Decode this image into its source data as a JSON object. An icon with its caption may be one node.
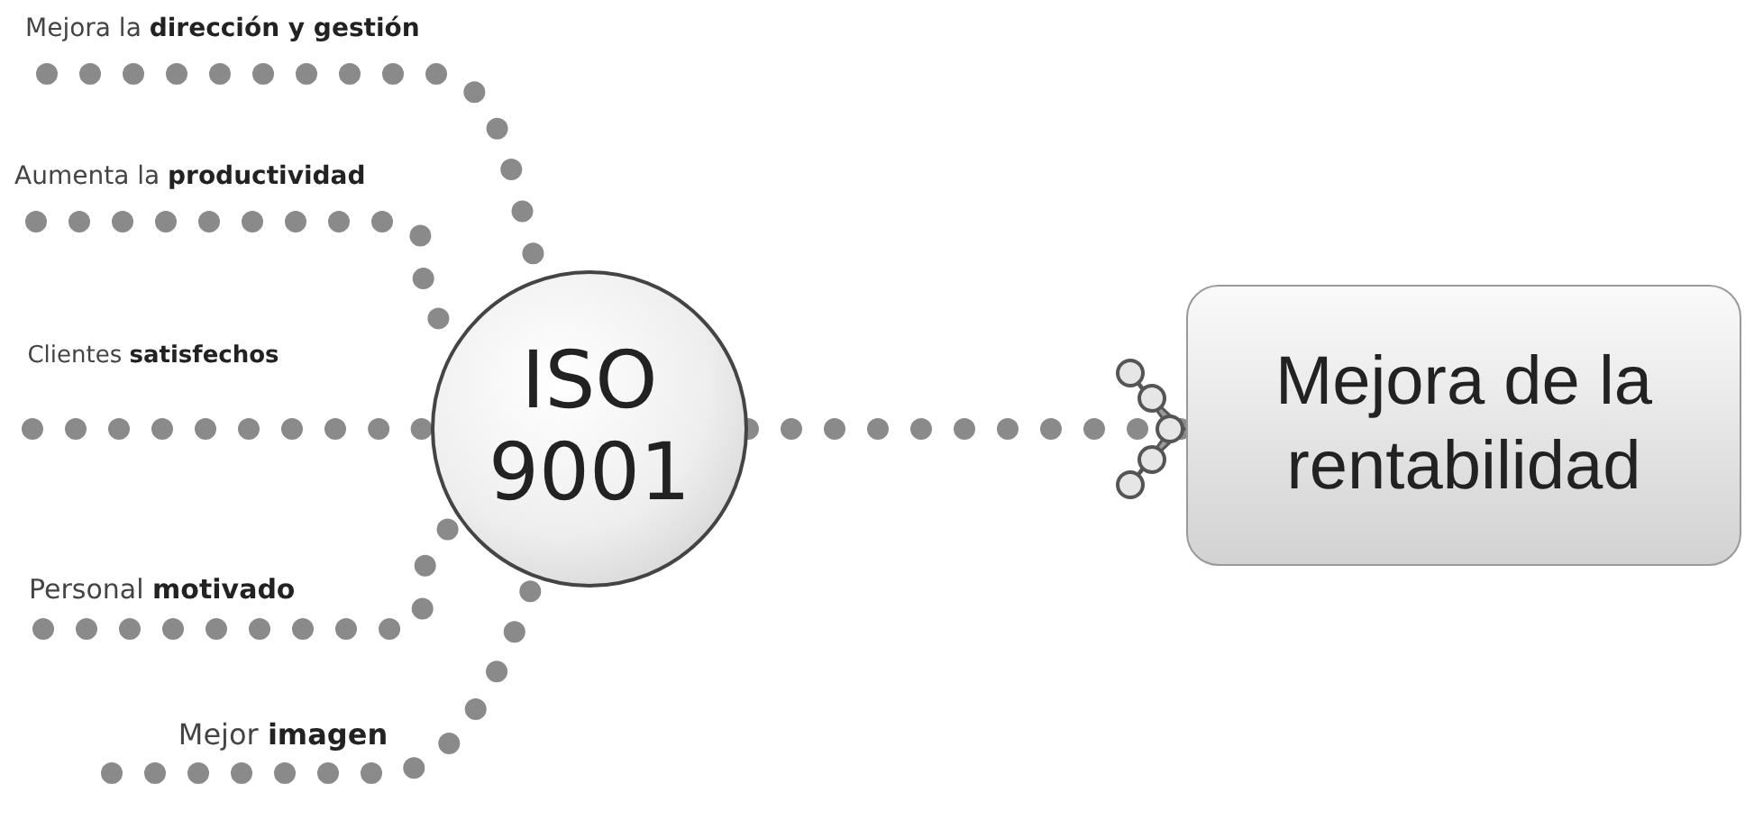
{
  "diagram": {
    "nodes": [
      {
        "text": [
          "ISO 9001"
        ]
      },
      {
        "text": [
          "Mejora de la rentabilidad"
        ]
      },
      {
        "text": [
          "Mejora la **dirección y gestión**"
        ]
      },
      {
        "text": [
          "Aumenta la **productividad**"
        ]
      },
      {
        "text": [
          "Clientes **satisfechos**"
        ]
      },
      {
        "text": [
          "Personal **motivado**"
        ]
      },
      {
        "text": [
          "Mejor **imagen**"
        ]
      }
    ],
    "edges": [
      {
        "from": 2,
        "to": 0,
        "arrow": "none"
      },
      {
        "from": 3,
        "to": 0,
        "arrow": "none"
      },
      {
        "from": 4,
        "to": 0,
        "arrow": "none"
      },
      {
        "from": 5,
        "to": 0,
        "arrow": "none"
      },
      {
        "from": 6,
        "to": 0,
        "arrow": "none"
      },
      {
        "from": 0,
        "to": 1,
        "arrow": "to"
      }
    ]
  }
}
